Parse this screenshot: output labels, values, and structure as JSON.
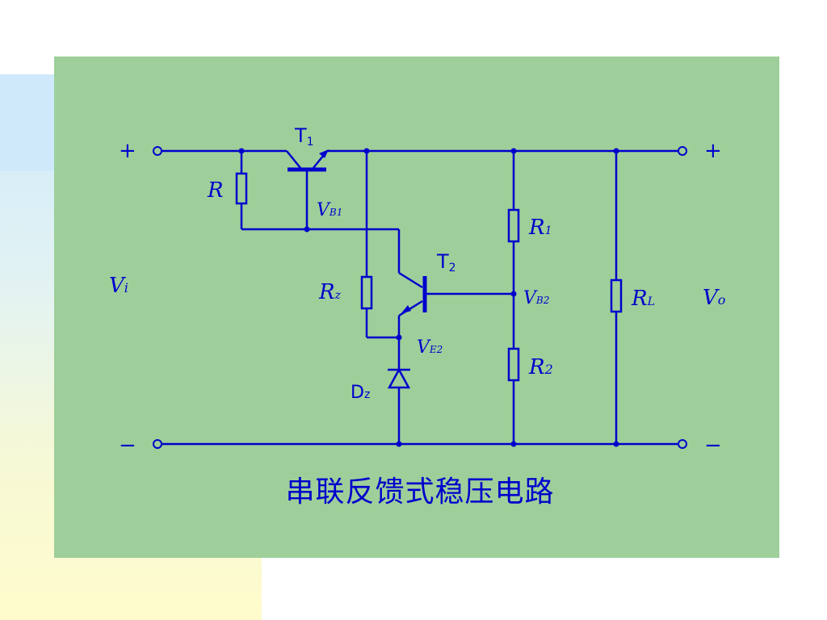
{
  "caption": "串联反馈式稳压电路",
  "labels": {
    "input_plus": "+",
    "input_minus": "−",
    "output_plus": "+",
    "output_minus": "−",
    "vi": "V",
    "vi_sub": "i",
    "vo": "V",
    "vo_sub": "o",
    "t1": "T",
    "t1_sub": "1",
    "t2": "T",
    "t2_sub": "2",
    "r": "R",
    "rz": "R",
    "rz_sub": "z",
    "r1": "R",
    "r1_sub": "1",
    "r2": "R",
    "r2_sub": "2",
    "rl": "R",
    "rl_sub": "L",
    "vb1": "V",
    "vb1_sub": "B1",
    "vb2": "V",
    "vb2_sub": "B2",
    "ve2": "V",
    "ve2_sub": "E2",
    "dz": "D",
    "dz_sub": "z"
  },
  "colors": {
    "wire": "#0000cc",
    "panel": "#9ecf9a"
  }
}
